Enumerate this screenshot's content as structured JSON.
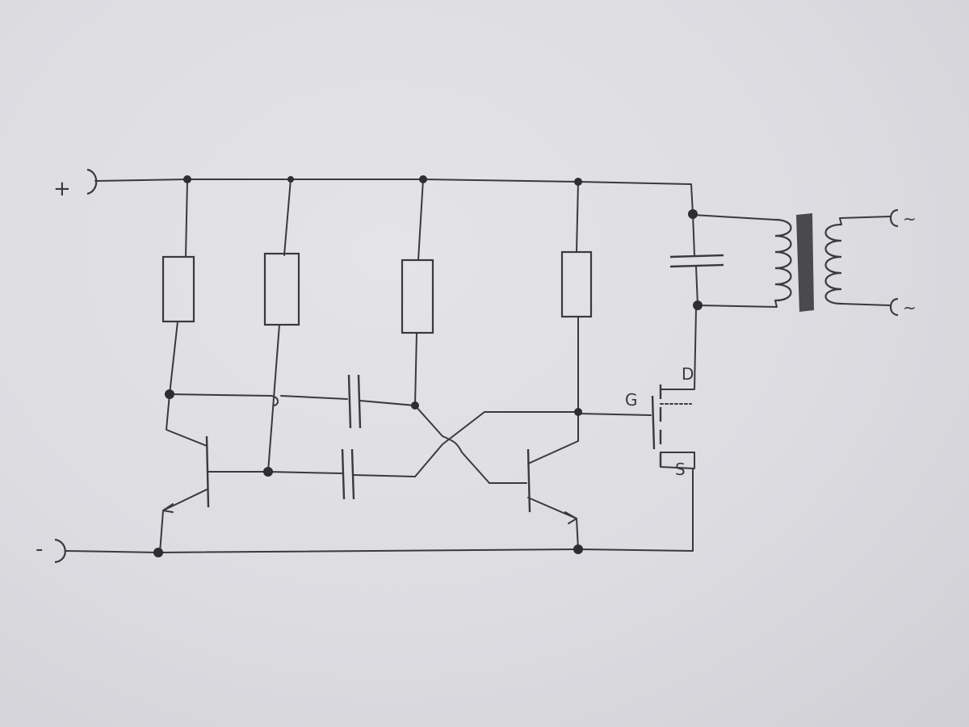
{
  "labels": {
    "supply_positive": "+",
    "supply_negative": "-",
    "mosfet_gate": "G",
    "mosfet_drain": "D",
    "mosfet_source": "S",
    "output_terminal_top": "~",
    "output_terminal_bottom": "~"
  }
}
